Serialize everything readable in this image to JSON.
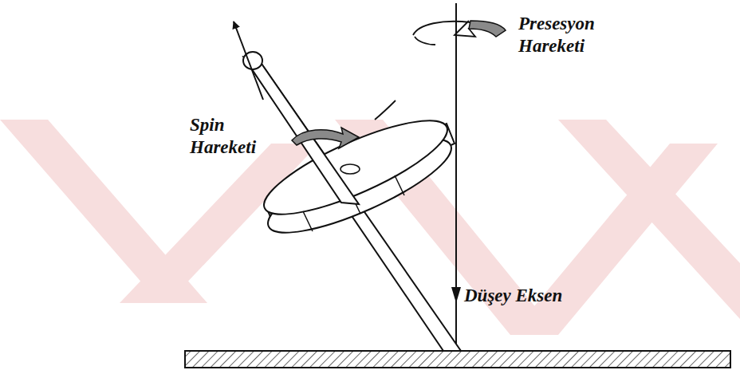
{
  "diagram": {
    "labels": [
      "Presesyon Hareketi",
      "Spin Hareketi",
      "Düşey Eksen"
    ]
  }
}
